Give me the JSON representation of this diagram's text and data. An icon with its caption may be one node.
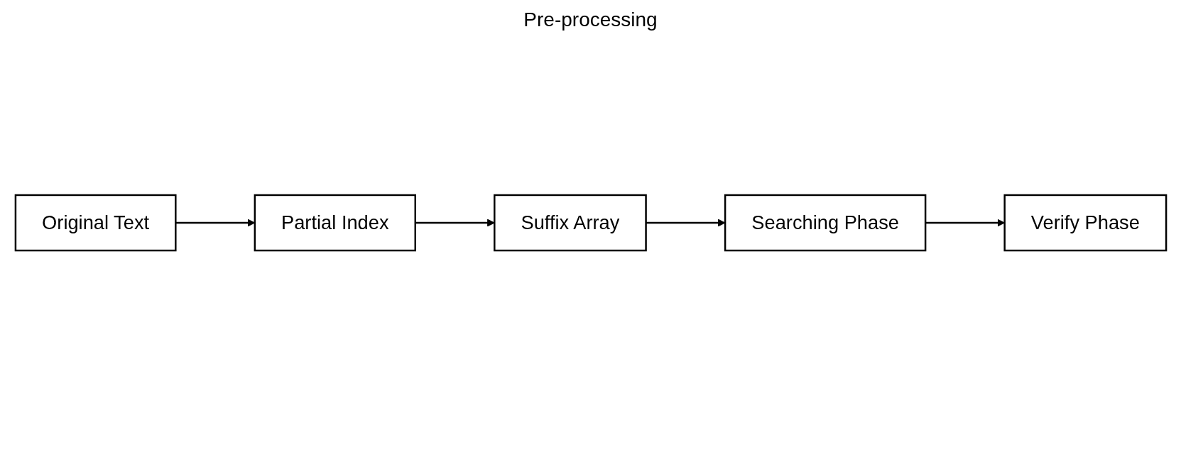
{
  "diagram": {
    "nodes": [
      {
        "text": [
          "Original Text"
        ]
      },
      {
        "text": [
          "Partial Index"
        ]
      },
      {
        "text": [
          "Suffix Array"
        ]
      },
      {
        "text": [
          "Searching Phase"
        ]
      },
      {
        "text": [
          "Verify Phase"
        ]
      }
    ],
    "edges": [
      {
        "from": 0,
        "to": 1,
        "arrow": "to"
      },
      {
        "from": 1,
        "to": 2,
        "arrow": "to"
      },
      {
        "from": 2,
        "to": 3,
        "arrow": "to"
      },
      {
        "from": 3,
        "to": 4,
        "arrow": "to"
      }
    ],
    "labels": [
      "Pre-processing"
    ]
  }
}
